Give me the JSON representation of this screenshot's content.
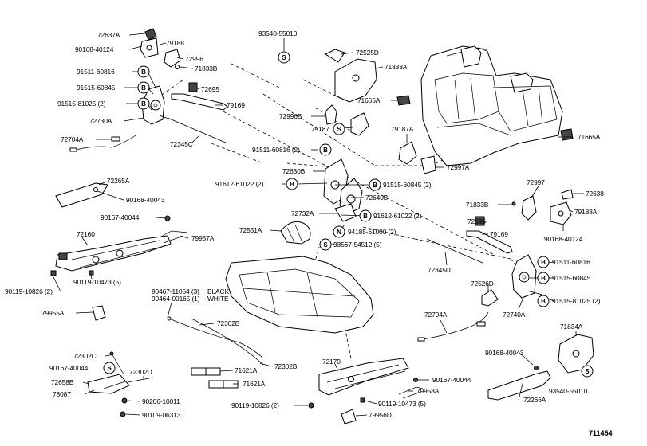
{
  "diagram_id": "711454",
  "labels": {
    "p72637A": "72637A",
    "p90168_40124_a": "90168-40124",
    "p79188_a": "79188",
    "p72996": "72996",
    "p71833B_a": "71833B",
    "p91511_60816_a": "91511-60816",
    "p91515_60845_a": "91515-60845",
    "p72695_a": "72695",
    "p91515_81025_a": "91515-81025 (2)",
    "p79169_a": "79169",
    "p72730A": "72730A",
    "p72704A_a": "72704A",
    "p72345C": "72345C",
    "p93540_55010_a": "93540-55010",
    "p72525D": "72525D",
    "p71833A": "71833A",
    "p71665A_a": "71665A",
    "p72996B": "72996B",
    "p79187": "79187",
    "p71665A_b": "71665A",
    "p79187A": "79187A",
    "p72997A": "72997A",
    "p91511_60816_b": "91511-60816 (2)",
    "p72630B": "72630B",
    "p91515_60845_b": "91515-60845 (2)",
    "p91612_61022_a": "91612-61022 (2)",
    "p72640B": "72640B",
    "p72732A": "72732A",
    "p91612_61022_b": "91612-61022 (2)",
    "p72551A": "72551A",
    "p94185_61000": "94185-61000 (2)",
    "p93567_54512": "93567-54512 (5)",
    "p72265A": "72265A",
    "p90168_40043_a": "90168-40043",
    "p90167_40044_a": "90167-40044",
    "p72160": "72160",
    "p79957A": "79957A",
    "p90119_10826_a": "90119-10826 (2)",
    "p90119_10473_a": "90119-10473 (5)",
    "p79955A": "79955A",
    "p90467_11054": "90467-11054 (3)",
    "p90464_00165": "90464-00165 (1)",
    "black": "BLACK",
    "white": "WHITE",
    "p72302B_a": "72302B",
    "p72302B_b": "72302B",
    "p71621A_a": "71621A",
    "p71621A_b": "71621A",
    "p72302C": "72302C",
    "p90167_40044_b": "90167-40044",
    "p72658B": "72658B",
    "p72302D": "72302D",
    "p78087": "78087",
    "p90206_10011": "90206-10011",
    "p90109_06313": "90109-06313",
    "p72170": "72170",
    "p90167_40044_c": "90167-40044",
    "p79958A": "79958A",
    "p90119_10826_b": "90119-10826 (2)",
    "p90119_10473_b": "90119-10473 (5)",
    "p79956D": "79956D",
    "p72997": "72997",
    "p72638": "72638",
    "p71833B_b": "71833B",
    "p79188A": "79188A",
    "p72695_b": "72695",
    "p79169_b": "79169",
    "p90168_40124_b": "90168-40124",
    "p72345D": "72345D",
    "p91511_60816_c": "91511-60816",
    "p91515_60845_c": "91515-60845",
    "p72526D": "72526D",
    "p91515_81025_b": "91515-81025 (2)",
    "p72704A_b": "72704A",
    "p72740A": "72740A",
    "p71834A": "71834A",
    "p90168_40043_b": "90168-40043",
    "p72266A": "72266A",
    "p93540_55010_b": "93540-55010"
  },
  "callouts": {
    "S": "S",
    "B": "B",
    "N": "N"
  }
}
